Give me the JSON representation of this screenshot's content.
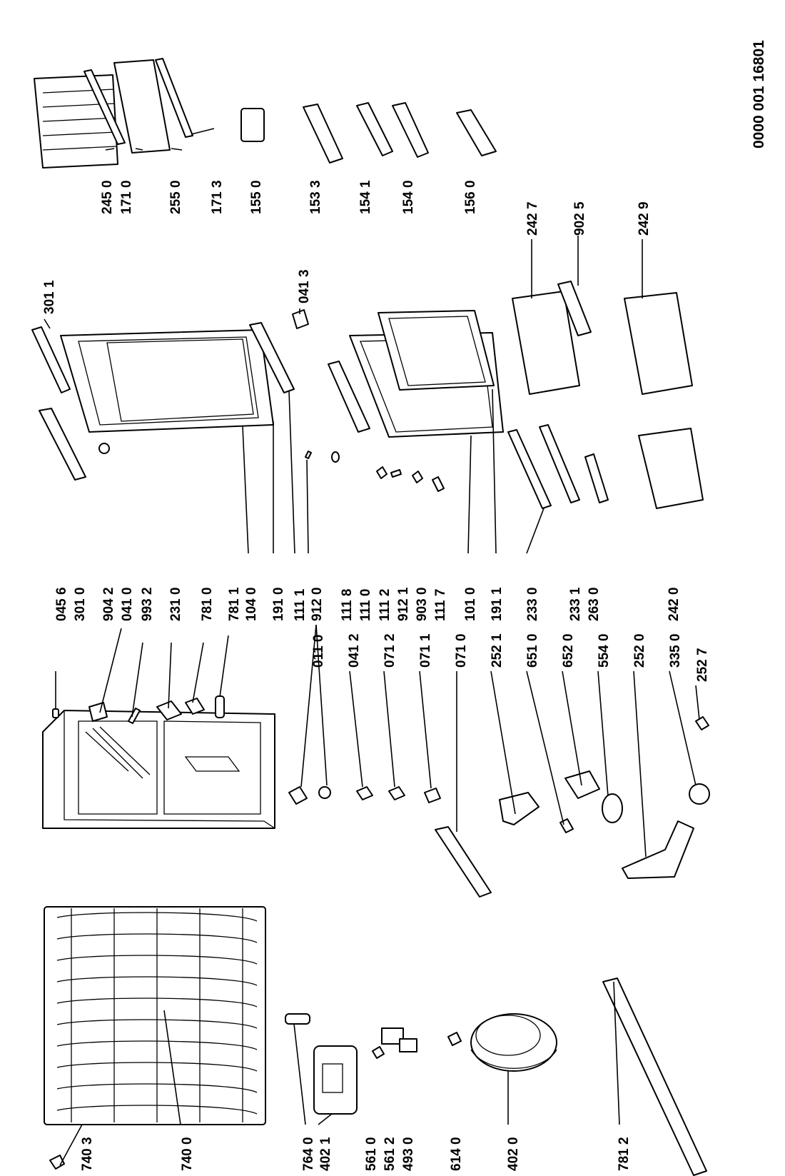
{
  "document_number": "0000 001 16801",
  "labels": [
    {
      "id": "740-3",
      "text": "740 3"
    },
    {
      "id": "740-0",
      "text": "740 0"
    },
    {
      "id": "764-0",
      "text": "764 0"
    },
    {
      "id": "402-1",
      "text": "402 1"
    },
    {
      "id": "561-0",
      "text": "561 0"
    },
    {
      "id": "561-2",
      "text": "561 2"
    },
    {
      "id": "493-0",
      "text": "493 0"
    },
    {
      "id": "614-0",
      "text": "614 0"
    },
    {
      "id": "402-0",
      "text": "402 0"
    },
    {
      "id": "781-2",
      "text": "781 2"
    },
    {
      "id": "011-0",
      "text": "011 0"
    },
    {
      "id": "041-2",
      "text": "041 2"
    },
    {
      "id": "071-2",
      "text": "071 2"
    },
    {
      "id": "071-1",
      "text": "071 1"
    },
    {
      "id": "071-0",
      "text": "071 0"
    },
    {
      "id": "252-1",
      "text": "252 1"
    },
    {
      "id": "651-0",
      "text": "651 0"
    },
    {
      "id": "652-0",
      "text": "652 0"
    },
    {
      "id": "554-0",
      "text": "554 0"
    },
    {
      "id": "252-0",
      "text": "252 0"
    },
    {
      "id": "335-0",
      "text": "335 0"
    },
    {
      "id": "252-7",
      "text": "252 7"
    },
    {
      "id": "045-6",
      "text": "045 6"
    },
    {
      "id": "301-0",
      "text": "301 0"
    },
    {
      "id": "904-2",
      "text": "904 2"
    },
    {
      "id": "041-0",
      "text": "041 0"
    },
    {
      "id": "993-2",
      "text": "993 2"
    },
    {
      "id": "231-0",
      "text": "231 0"
    },
    {
      "id": "781-0",
      "text": "781 0"
    },
    {
      "id": "781-1",
      "text": "781 1"
    },
    {
      "id": "104-0",
      "text": "104 0"
    },
    {
      "id": "191-0",
      "text": "191 0"
    },
    {
      "id": "111-1",
      "text": "111 1"
    },
    {
      "id": "912-0",
      "text": "912 0"
    },
    {
      "id": "111-8",
      "text": "111 8"
    },
    {
      "id": "111-0",
      "text": "111 0"
    },
    {
      "id": "111-2",
      "text": "111 2"
    },
    {
      "id": "912-1",
      "text": "912 1"
    },
    {
      "id": "903-0",
      "text": "903 0"
    },
    {
      "id": "111-7",
      "text": "111 7"
    },
    {
      "id": "101-0",
      "text": "101 0"
    },
    {
      "id": "191-1",
      "text": "191 1"
    },
    {
      "id": "233-0",
      "text": "233 0"
    },
    {
      "id": "233-1",
      "text": "233 1"
    },
    {
      "id": "263-0",
      "text": "263 0"
    },
    {
      "id": "242-0",
      "text": "242 0"
    },
    {
      "id": "301-1",
      "text": "301 1"
    },
    {
      "id": "041-3",
      "text": "041 3"
    },
    {
      "id": "242-7",
      "text": "242 7"
    },
    {
      "id": "902-5",
      "text": "902 5"
    },
    {
      "id": "242-9",
      "text": "242 9"
    },
    {
      "id": "245-0",
      "text": "245 0"
    },
    {
      "id": "171-0",
      "text": "171 0"
    },
    {
      "id": "255-0",
      "text": "255 0"
    },
    {
      "id": "171-3",
      "text": "171 3"
    },
    {
      "id": "155-0",
      "text": "155 0"
    },
    {
      "id": "153-3",
      "text": "153 3"
    },
    {
      "id": "154-1",
      "text": "154 1"
    },
    {
      "id": "154-0",
      "text": "154 0"
    },
    {
      "id": "156-0",
      "text": "156 0"
    }
  ]
}
